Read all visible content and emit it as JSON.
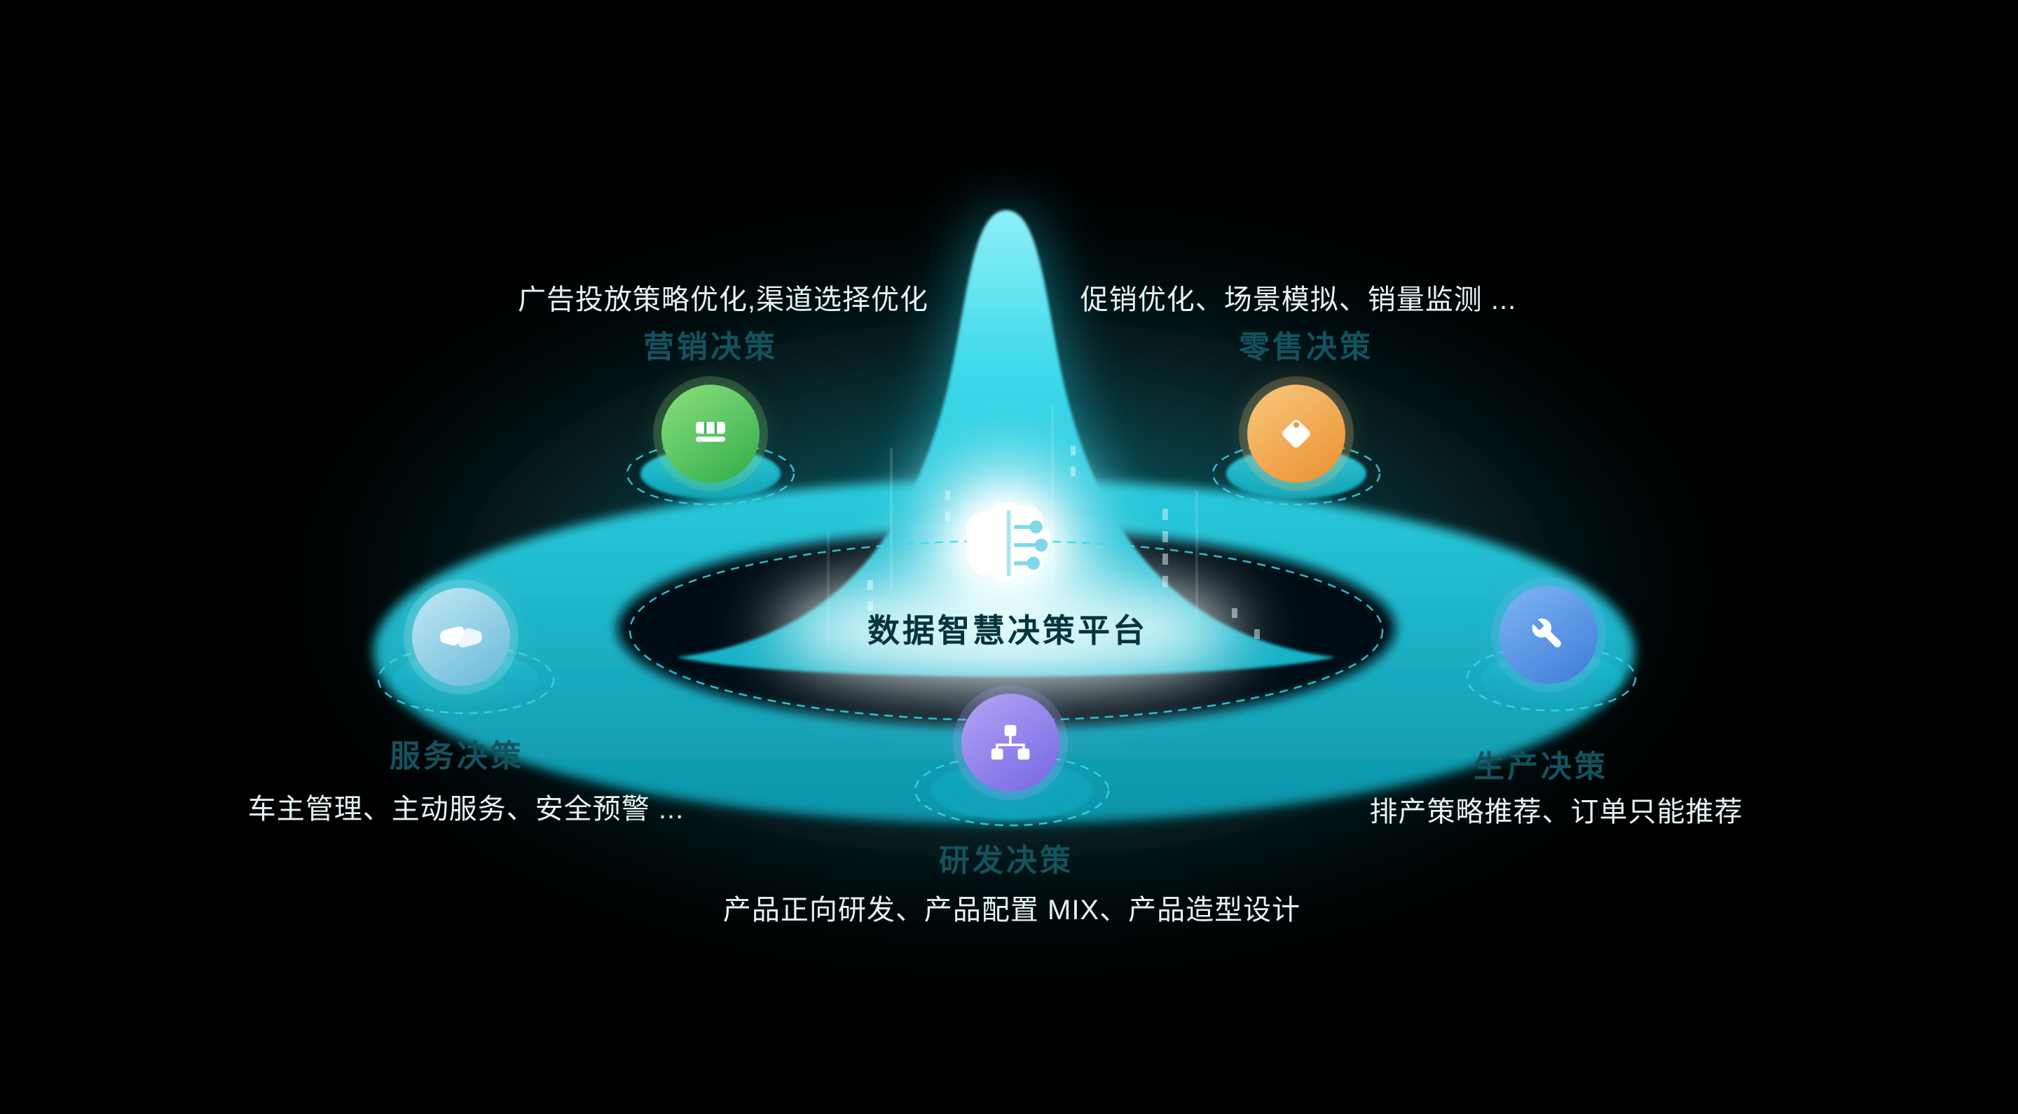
{
  "diagram": {
    "center": {
      "title": "数据智慧决策平台",
      "icon": "brain-circuit-icon"
    },
    "nodes": [
      {
        "id": "marketing",
        "label": "营销决策",
        "desc": "广告投放策略优化,渠道选择优化",
        "icon": "storefront-icon",
        "colors": {
          "from": "#8ce07e",
          "to": "#2fad49",
          "halo": "rgba(140,224,126,0.22)"
        }
      },
      {
        "id": "retail",
        "label": "零售决策",
        "desc": "促销优化、场景模拟、销量监测 ...",
        "icon": "price-tag-icon",
        "colors": {
          "from": "#f7c97e",
          "to": "#ec8f2f",
          "halo": "rgba(247,201,126,0.22)"
        }
      },
      {
        "id": "service",
        "label": "服务决策",
        "desc": "车主管理、主动服务、安全预警 ...",
        "icon": "handshake-icon",
        "colors": {
          "from": "#c3e9f4",
          "to": "#66b8d9",
          "halo": "rgba(191,231,243,0.22)"
        }
      },
      {
        "id": "production",
        "label": "生产决策",
        "desc": "排产策略推荐、订单只能推荐",
        "icon": "wrench-icon",
        "colors": {
          "from": "#7fb6f2",
          "to": "#3e7bd8",
          "halo": "rgba(127,182,242,0.22)"
        }
      },
      {
        "id": "rnd",
        "label": "研发决策",
        "desc": "产品正向研发、产品配置 MIX、产品造型设计",
        "icon": "org-chart-icon",
        "colors": {
          "from": "#b3a6f5",
          "to": "#7566e3",
          "halo": "rgba(179,166,245,0.22)"
        }
      }
    ],
    "colors": {
      "accent": "#2fd4e6",
      "glow": "#18bcd2",
      "background": "#000000",
      "title_text": "#06343c",
      "desc_text": "#e6f3f5",
      "label_text": "#14525e"
    }
  }
}
